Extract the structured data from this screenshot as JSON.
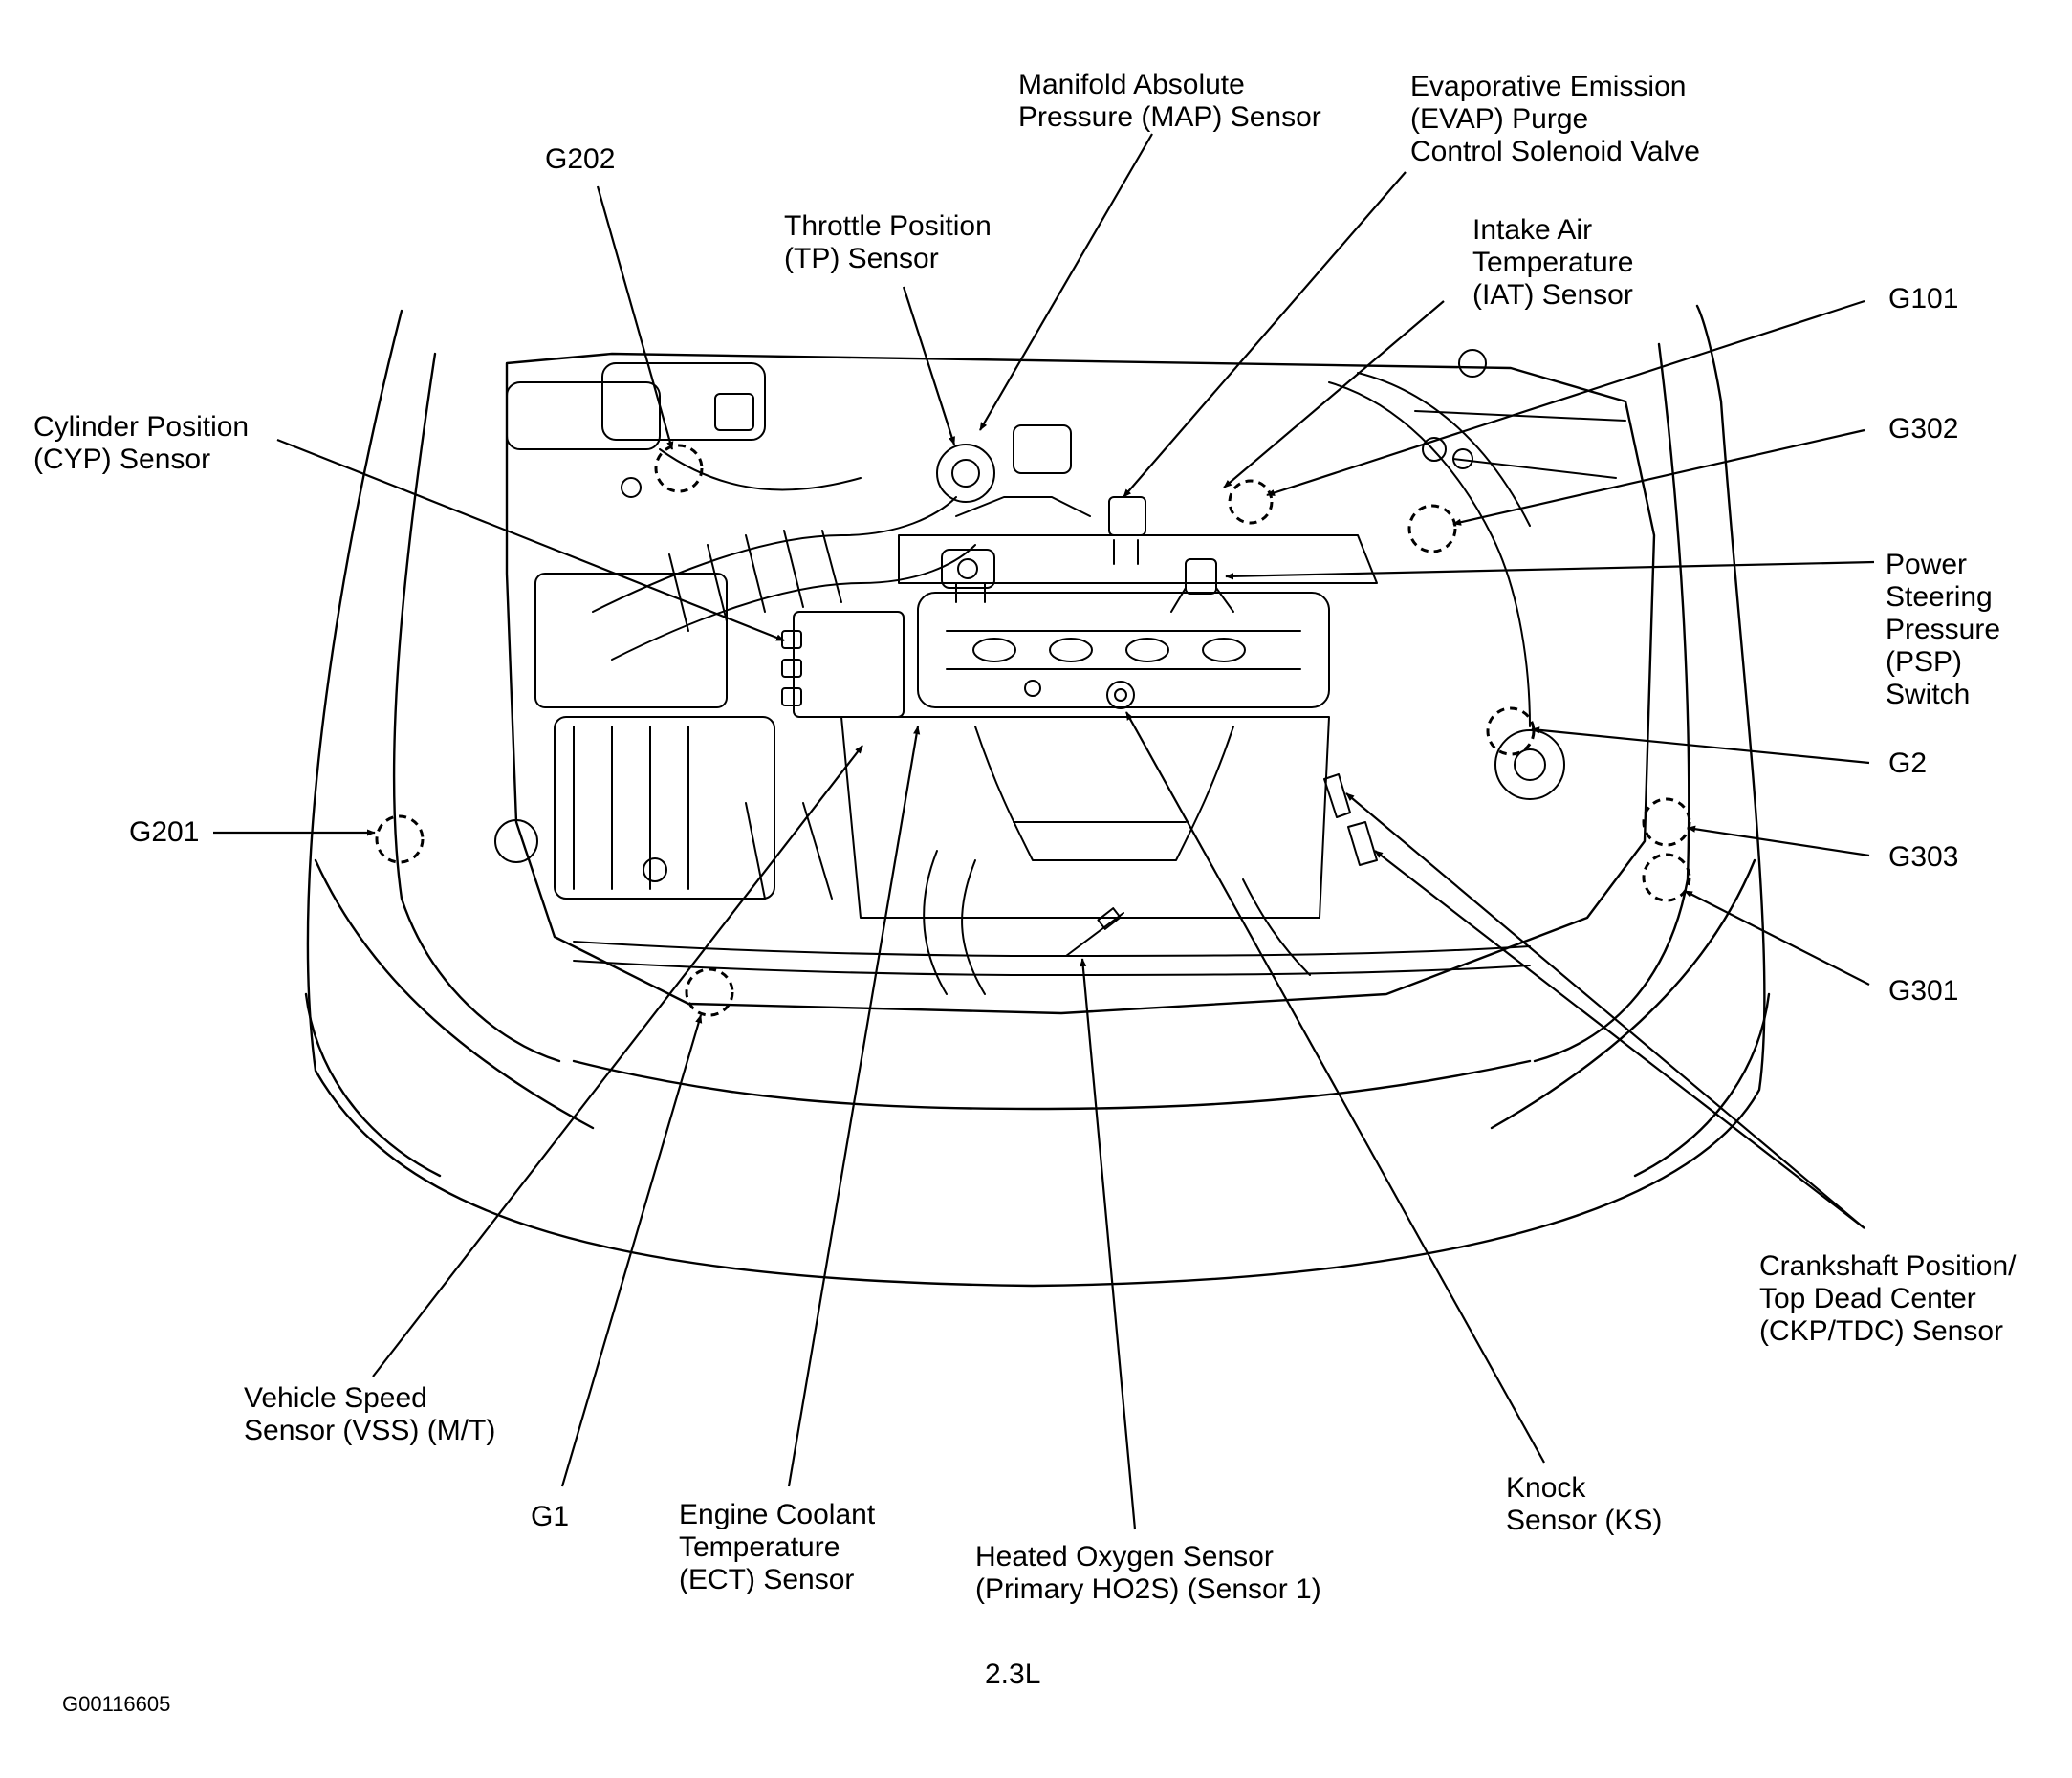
{
  "diagram": {
    "caption": "2.3L",
    "figure_id": "G00116605",
    "components": {
      "map_sensor": [
        "Manifold Absolute",
        "Pressure (MAP) Sensor"
      ],
      "evap_valve": [
        "Evaporative Emission",
        "(EVAP) Purge",
        "Control Solenoid Valve"
      ],
      "g202": [
        "G202"
      ],
      "tp_sensor": [
        "Throttle Position",
        "(TP) Sensor"
      ],
      "iat_sensor": [
        "Intake Air",
        "Temperature",
        "(IAT) Sensor"
      ],
      "g101": [
        "G101"
      ],
      "cyp_sensor": [
        "Cylinder Position",
        "(CYP) Sensor"
      ],
      "g302": [
        "G302"
      ],
      "psp_switch": [
        "Power",
        "Steering",
        "Pressure",
        "(PSP)",
        "Switch"
      ],
      "g2": [
        "G2"
      ],
      "g201": [
        "G201"
      ],
      "g303": [
        "G303"
      ],
      "g301": [
        "G301"
      ],
      "ckp_tdc_sensor": [
        "Crankshaft Position/",
        "Top Dead Center",
        "(CKP/TDC) Sensor"
      ],
      "vss": [
        "Vehicle Speed",
        "Sensor (VSS) (M/T)"
      ],
      "g1": [
        "G1"
      ],
      "ect_sensor": [
        "Engine Coolant",
        "Temperature",
        "(ECT) Sensor"
      ],
      "ho2s": [
        "Heated Oxygen Sensor",
        "(Primary HO2S) (Sensor 1)"
      ],
      "knock_sensor": [
        "Knock",
        "Sensor (KS)"
      ]
    }
  }
}
